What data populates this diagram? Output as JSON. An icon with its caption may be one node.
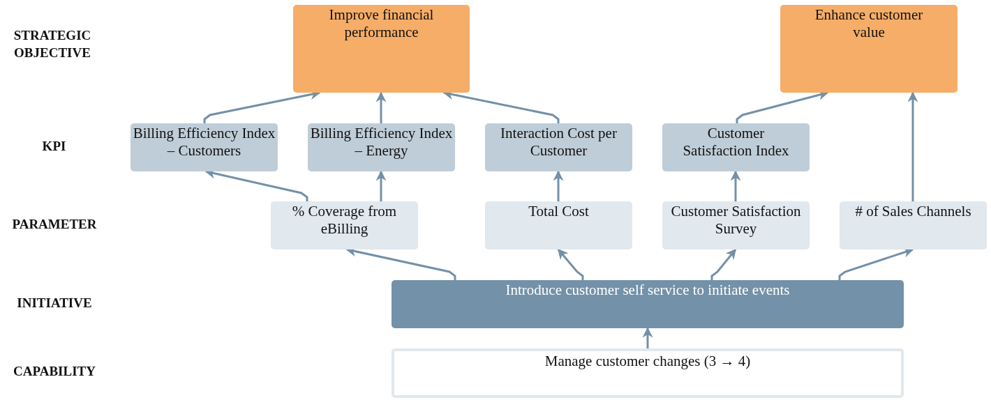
{
  "diagram": {
    "nodes": [
      {
        "text": [
          "Improve financial performance"
        ]
      },
      {
        "text": [
          "Enhance customer value"
        ]
      },
      {
        "text": [
          "Billing Efficiency Index – Customers"
        ]
      },
      {
        "text": [
          "Billing Efficiency Index – Energy"
        ]
      },
      {
        "text": [
          "Interaction Cost per Customer"
        ]
      },
      {
        "text": [
          "Customer Satisfaction Index"
        ]
      },
      {
        "text": [
          "% Coverage from eBilling"
        ]
      },
      {
        "text": [
          "Total Cost"
        ]
      },
      {
        "text": [
          "Customer Satisfaction Survey"
        ]
      },
      {
        "text": [
          "# of Sales Channels"
        ]
      },
      {
        "text": [
          "Introduce customer self service to initiate events"
        ]
      },
      {
        "text": [
          "Manage customer changes (3 → 4)"
        ]
      }
    ],
    "edges": [
      {
        "from": 11,
        "to": 10,
        "arrow": "to"
      },
      {
        "from": 10,
        "to": 6,
        "arrow": "to"
      },
      {
        "from": 10,
        "to": 7,
        "arrow": "to"
      },
      {
        "from": 10,
        "to": 8,
        "arrow": "to"
      },
      {
        "from": 10,
        "to": 9,
        "arrow": "to"
      },
      {
        "from": 6,
        "to": 2,
        "arrow": "to"
      },
      {
        "from": 6,
        "to": 3,
        "arrow": "to"
      },
      {
        "from": 7,
        "to": 4,
        "arrow": "to"
      },
      {
        "from": 8,
        "to": 5,
        "arrow": "to"
      },
      {
        "from": 9,
        "to": 1,
        "arrow": "to"
      },
      {
        "from": 2,
        "to": 0,
        "arrow": "to"
      },
      {
        "from": 3,
        "to": 0,
        "arrow": "to"
      },
      {
        "from": 4,
        "to": 0,
        "arrow": "to"
      },
      {
        "from": 5,
        "to": 1,
        "arrow": "to"
      }
    ],
    "labels": [
      "STRATEGIC OBJECTIVE",
      "KPI",
      "PARAMETER",
      "INITIATIVE",
      "CAPABILITY"
    ]
  }
}
